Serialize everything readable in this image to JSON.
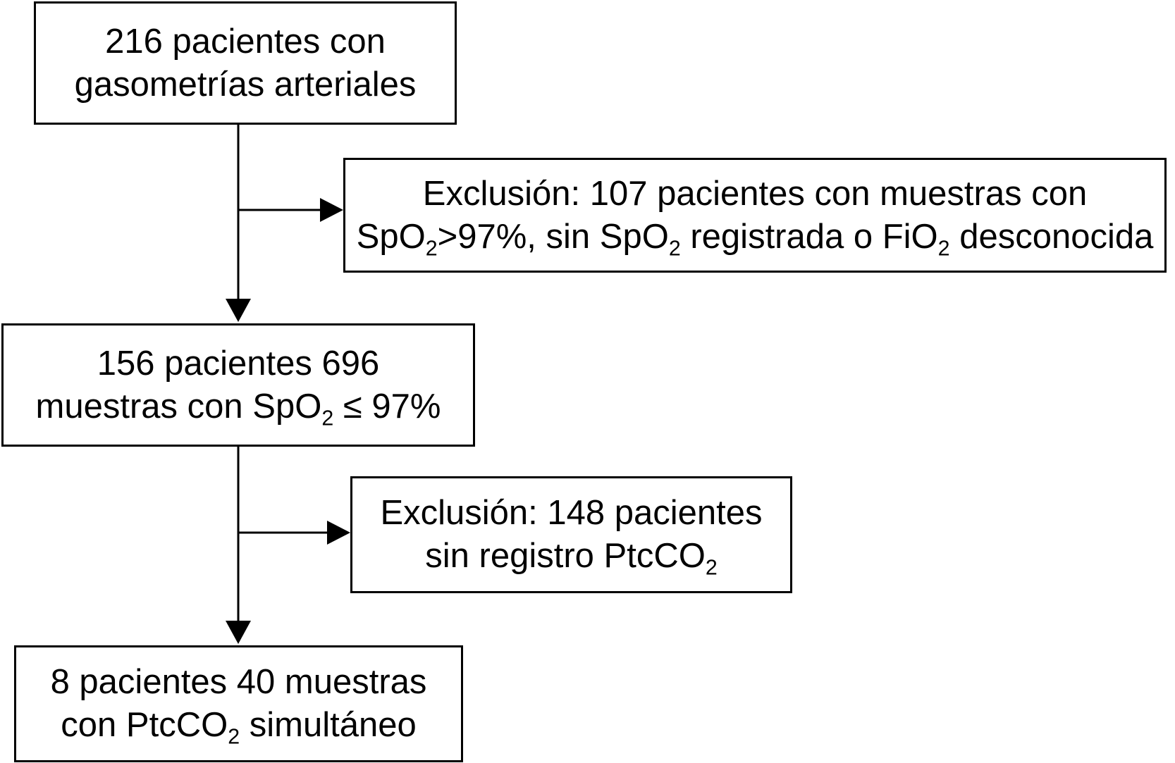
{
  "flowchart": {
    "nodes": [
      {
        "id": "box-1",
        "lines": [
          {
            "text": "216 pacientes con"
          },
          {
            "text": "gasometrías arteriales"
          }
        ]
      },
      {
        "id": "box-2",
        "lines": [
          {
            "text": "Exclusión: 107 pacientes con muestras con"
          },
          {
            "parts": [
              "SpO",
              "2",
              ">97%, sin SpO",
              "2",
              " registrada o FiO",
              "2",
              " desconocida"
            ]
          }
        ]
      },
      {
        "id": "box-3",
        "lines": [
          {
            "text": "156 pacientes 696"
          },
          {
            "parts": [
              "muestras con SpO",
              "2",
              " ≤ 97%"
            ]
          }
        ]
      },
      {
        "id": "box-4",
        "lines": [
          {
            "text": "Exclusión: 148 pacientes"
          },
          {
            "parts": [
              "sin registro PtcCO",
              "2"
            ]
          }
        ]
      },
      {
        "id": "box-5",
        "lines": [
          {
            "text": "8 pacientes 40 muestras"
          },
          {
            "parts": [
              "con PtcCO",
              "2",
              " simultáneo"
            ]
          }
        ]
      }
    ],
    "edges": [
      {
        "from": "box-1",
        "to": "box-2",
        "kind": "exclusion"
      },
      {
        "from": "box-1",
        "to": "box-3",
        "kind": "flow"
      },
      {
        "from": "box-3",
        "to": "box-4",
        "kind": "exclusion"
      },
      {
        "from": "box-3",
        "to": "box-5",
        "kind": "flow"
      }
    ],
    "colors": {
      "stroke": "#000000",
      "fill": "#ffffff",
      "text": "#000000"
    }
  }
}
